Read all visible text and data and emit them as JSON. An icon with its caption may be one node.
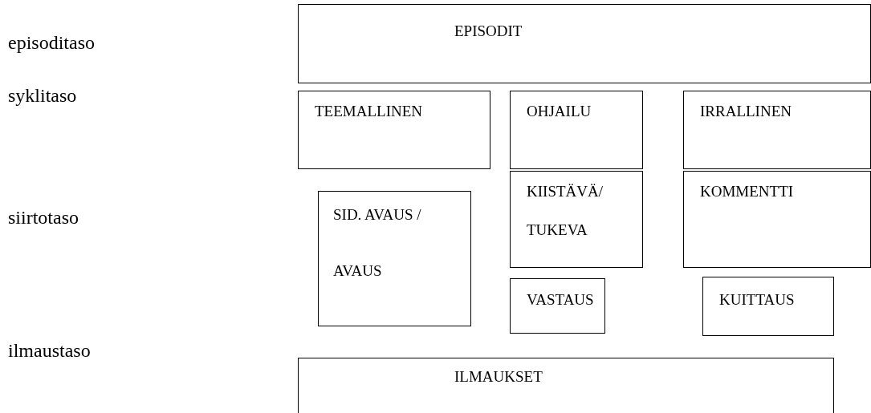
{
  "diagram": {
    "nodes": [
      {
        "text": [
          "EPISODIT"
        ]
      },
      {
        "text": [
          "TEEMALLINEN"
        ]
      },
      {
        "text": [
          "OHJAILU"
        ]
      },
      {
        "text": [
          "IRRALLINEN"
        ]
      },
      {
        "text": [
          "KIISTÄVÄ/",
          "TUKEVA"
        ]
      },
      {
        "text": [
          "KOMMENTTI"
        ]
      },
      {
        "text": [
          "SID. AVAUS /",
          "AVAUS"
        ]
      },
      {
        "text": [
          "VASTAUS"
        ]
      },
      {
        "text": [
          "KUITTAUS"
        ]
      },
      {
        "text": [
          "ILMAUKSET"
        ]
      }
    ],
    "labels": [
      "episoditaso",
      "syklitaso",
      "siirtotaso",
      "ilmaustaso"
    ]
  }
}
